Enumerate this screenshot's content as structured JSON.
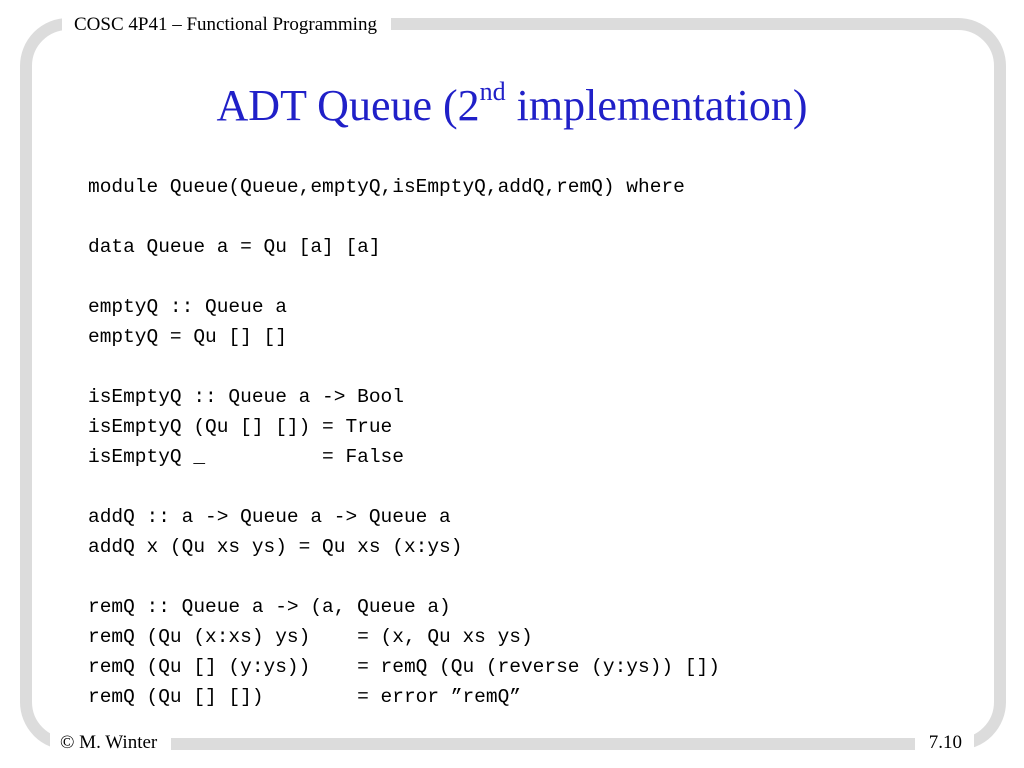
{
  "header": {
    "course": "COSC 4P41 – Functional Programming"
  },
  "title": {
    "before": "ADT Queue (2",
    "superscript": "nd",
    "after": " implementation)"
  },
  "code_lines": [
    "module Queue(Queue,emptyQ,isEmptyQ,addQ,remQ) where",
    "",
    "data Queue a = Qu [a] [a]",
    "",
    "emptyQ :: Queue a",
    "emptyQ = Qu [] []",
    "",
    "isEmptyQ :: Queue a -> Bool",
    "isEmptyQ (Qu [] []) = True",
    "isEmptyQ _          = False",
    "",
    "addQ :: a -> Queue a -> Queue a",
    "addQ x (Qu xs ys) = Qu xs (x:ys)",
    "",
    "remQ :: Queue a -> (a, Queue a)",
    "remQ (Qu (x:xs) ys)    = (x, Qu xs ys)",
    "remQ (Qu [] (y:ys))    = remQ (Qu (reverse (y:ys)) [])",
    "remQ (Qu [] [])        = error ”remQ”"
  ],
  "footer": {
    "author": "© M. Winter",
    "page": "7.10"
  }
}
